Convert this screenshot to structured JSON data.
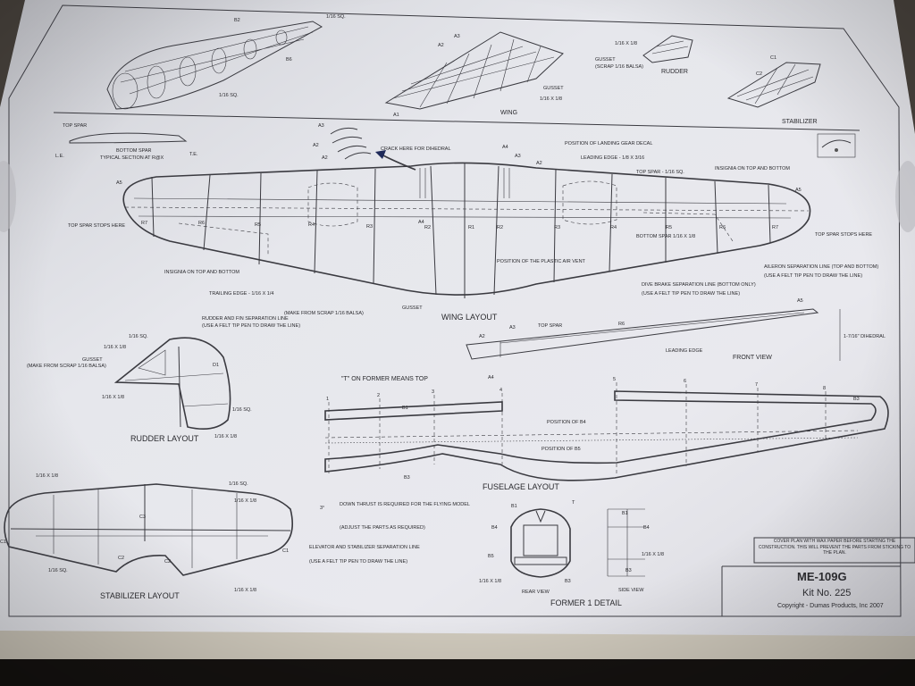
{
  "top_views": {
    "wing_title": "WING",
    "rudder_title": "RUDDER",
    "stabilizer_title": "STABILIZER",
    "spar_label": "1/16 SQ.",
    "gusset_label": "GUSSET",
    "scrap_label": "(SCRAP 1/16 BALSA)",
    "stringer_label": "1/16 X 1/8",
    "b2": "B2",
    "b6": "B6",
    "a1": "A1",
    "a2": "A2",
    "a3": "A3",
    "c1": "C1",
    "c2": "C2"
  },
  "section": {
    "top_spar": "TOP SPAR",
    "bottom_spar": "BOTTOM SPAR",
    "typical": "TYPICAL SECTION AT R@X",
    "le": "L.E.",
    "te": "T.E."
  },
  "wing_layout": {
    "title": "WING LAYOUT",
    "ribs": [
      "A5",
      "R7",
      "R6",
      "R5",
      "R4",
      "R3",
      "R2",
      "R1",
      "R2",
      "R3",
      "R4",
      "R5",
      "R6",
      "R7",
      "A5"
    ],
    "crack": "CRACK HERE FOR DIHEDRAL",
    "landing_gear": "POSITION OF LANDING GEAR DECAL",
    "leading_edge": "LEADING EDGE - 1/8 X 3/16",
    "top_spar": "TOP SPAR - 1/16 SQ.",
    "insignia": "INSIGNIA ON TOP AND BOTTOM",
    "top_spar_stops": "TOP SPAR STOPS HERE",
    "plastic_vent": "POSITION OF THE PLASTIC AIR VENT",
    "bottom_spar": "BOTTOM SPAR 1/16 X 1/8",
    "aileron": "AILERON SEPARATION LINE (TOP AND BOTTOM)",
    "felt": "(USE A FELT TIP PEN TO DRAW THE LINE)",
    "dive_brake": "DIVE BRAKE SEPARATION LINE (BOTTOM ONLY)",
    "trailing_edge": "TRAILING EDGE - 1/16 X 1/4",
    "gusset": "GUSSET",
    "scrap": "(MAKE FROM SCRAP 1/16 BALSA)",
    "a2": "A2",
    "a3": "A3",
    "a4": "A4"
  },
  "front_view": {
    "title": "FRONT VIEW",
    "top_spar": "TOP SPAR",
    "leading_edge": "LEADING EDGE",
    "dihedral": "1-7/16\" DIHEDRAL",
    "r6": "R6",
    "a2": "A2",
    "a3": "A3",
    "a4": "A4",
    "a5": "A5"
  },
  "rudder_layout": {
    "title": "RUDDER LAYOUT",
    "sep_line": "RUDDER AND FIN SEPARATION LINE",
    "felt": "(USE A FELT TIP PEN TO DRAW THE LINE)",
    "size_a": "1/16 X 1/8",
    "size_b": "1/16 SQ.",
    "gusset": "GUSSET",
    "scrap": "(MAKE FROM SCRAP 1/16 BALSA)",
    "d1": "D1"
  },
  "fuselage_layout": {
    "title": "FUSELAGE LAYOUT",
    "former_note": "\"T\" ON FORMER MEANS TOP",
    "pos_b4": "POSITION OF B4",
    "pos_b5": "POSITION OF B5",
    "b1": "B1",
    "b3": "B3",
    "thrust": "DOWN THRUST IS REQUIRED FOR THE FLYING MODEL",
    "adjust": "(ADJUST THE PARTS AS REQUIRED)",
    "angle": "3°",
    "stations": [
      "1",
      "2",
      "3",
      "4",
      "5",
      "6",
      "7",
      "8"
    ]
  },
  "stabilizer_layout": {
    "title": "STABILIZER LAYOUT",
    "size_a": "1/16 X 1/8",
    "size_b": "1/16 SQ.",
    "c1": "C1",
    "c2": "C2",
    "c3": "C3",
    "elevator": "ELEVATOR AND STABILIZER SEPARATION LINE",
    "felt": "(USE A FELT TIP PEN TO DRAW THE LINE)"
  },
  "former_detail": {
    "title": "FORMER 1 DETAIL",
    "rear_view": "REAR VIEW",
    "side_view": "SIDE VIEW",
    "b1": "B1",
    "b3": "B3",
    "b4": "B4",
    "b5": "B5",
    "t": "T",
    "size": "1/16 X 1/8"
  },
  "notes": {
    "cover": "COVER PLAN WITH WAX PAPER BEFORE STARTING THE CONSTRUCTION. THIS WILL PREVENT THE PARTS FROM STICKING TO THE PLAN."
  },
  "title_block": {
    "model": "ME-109G",
    "kit": "Kit No. 225",
    "copyright": "Copyright - Dumas Products, Inc 2007"
  },
  "colors": {
    "paper": "#e4e4ea",
    "ink": "#3a3a40",
    "background": "#3a3530",
    "floor": "#151210"
  }
}
